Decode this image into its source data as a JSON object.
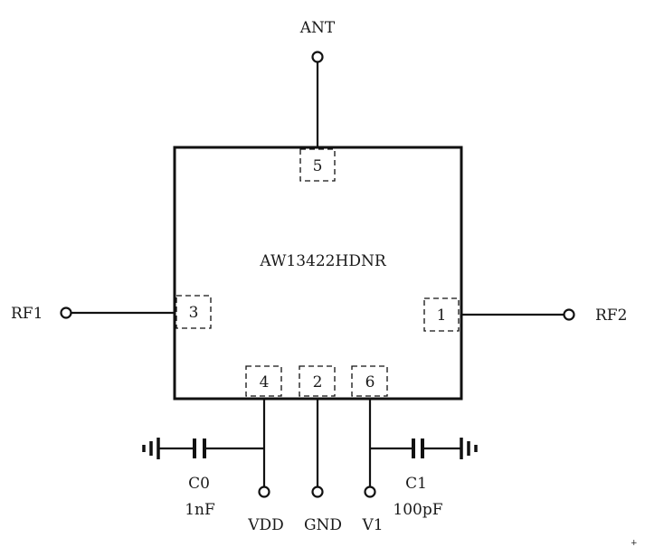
{
  "chip": {
    "name": "AW13422HDNR"
  },
  "pins": {
    "p1": "1",
    "p2": "2",
    "p3": "3",
    "p4": "4",
    "p5": "5",
    "p6": "6"
  },
  "ports": {
    "ant": "ANT",
    "rf1": "RF1",
    "rf2": "RF2",
    "vdd": "VDD",
    "gnd": "GND",
    "v1": "V1"
  },
  "capacitors": {
    "c0": {
      "name": "C0",
      "value": "1nF"
    },
    "c1": {
      "name": "C1",
      "value": "100pF"
    }
  }
}
